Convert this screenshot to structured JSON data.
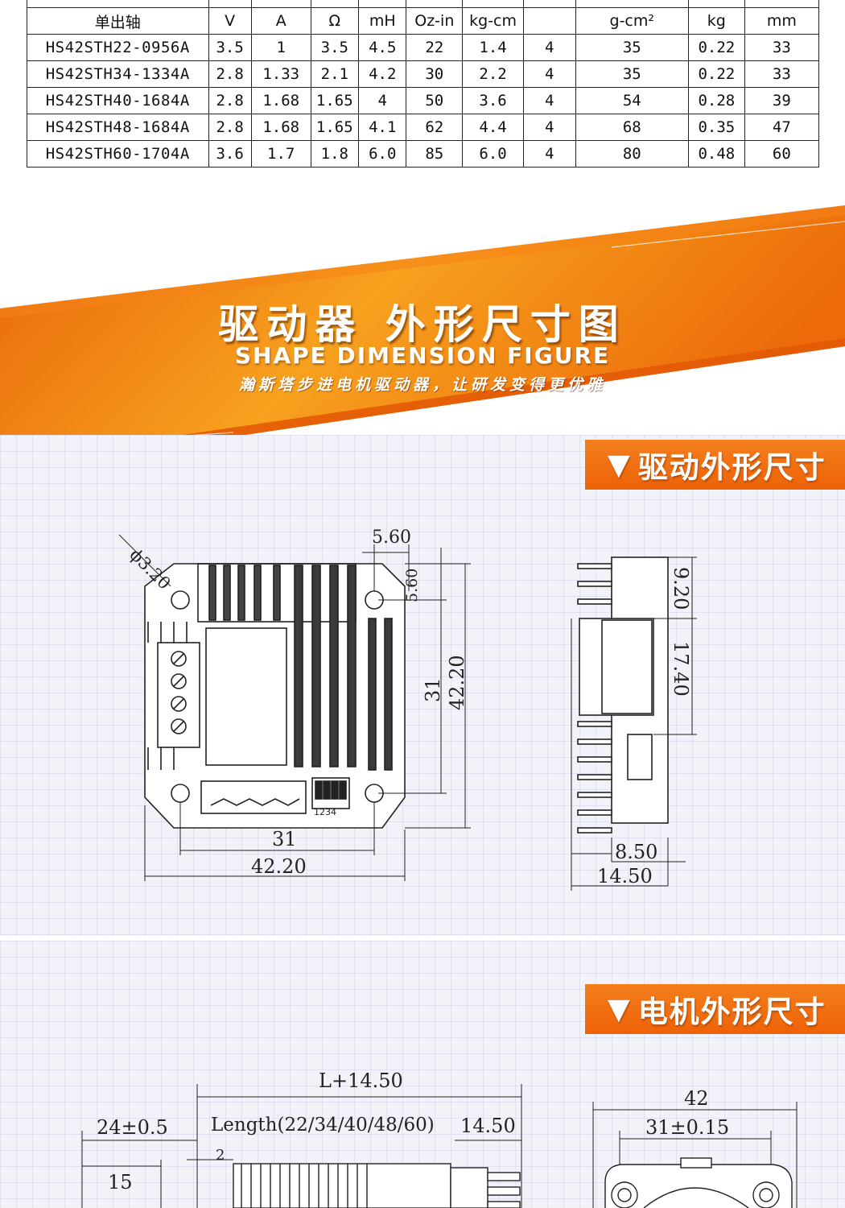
{
  "table": {
    "unit_row": [
      "单出轴",
      "V",
      "A",
      "Ω",
      "mH",
      "Oz-in",
      "kg-cm",
      "",
      "g-cm²",
      "kg",
      "mm"
    ],
    "rows": [
      [
        "HS42STH22-0956A",
        "3.5",
        "1",
        "3.5",
        "4.5",
        "22",
        "1.4",
        "4",
        "35",
        "0.22",
        "33"
      ],
      [
        "HS42STH34-1334A",
        "2.8",
        "1.33",
        "2.1",
        "4.2",
        "30",
        "2.2",
        "4",
        "35",
        "0.22",
        "33"
      ],
      [
        "HS42STH40-1684A",
        "2.8",
        "1.68",
        "1.65",
        "4",
        "50",
        "3.6",
        "4",
        "54",
        "0.28",
        "39"
      ],
      [
        "HS42STH48-1684A",
        "2.8",
        "1.68",
        "1.65",
        "4.1",
        "62",
        "4.4",
        "4",
        "68",
        "0.35",
        "47"
      ],
      [
        "HS42STH60-1704A",
        "3.6",
        "1.7",
        "1.8",
        "6.0",
        "85",
        "6.0",
        "4",
        "80",
        "0.48",
        "60"
      ]
    ]
  },
  "banner": {
    "title_cn": "驱动器 外形尺寸图",
    "title_en": "SHAPE DIMENSION FIGURE",
    "slogan": "瀚斯塔步进电机驱动器，让研发变得更优雅",
    "colors": {
      "orange_dark": "#e85a05",
      "orange_light": "#f7a01c"
    }
  },
  "driver_section": {
    "tag_label": "驱动外形尺寸",
    "tag_icon": "down-triangle-icon",
    "front_view": {
      "dim_hole_diameter": "ϕ3.20",
      "dim_top_offset": "5.60",
      "dim_side_offset": "5.60",
      "dim_hole_pitch_v": "31",
      "dim_overall_v": "42.20",
      "dim_hole_pitch_h": "31",
      "dim_overall_h": "42.20",
      "dip_labels": "1234"
    },
    "side_view": {
      "dim_top": "9.20",
      "dim_mid": "17.40",
      "dim_base": "8.50",
      "dim_total": "14.50"
    }
  },
  "motor_section": {
    "tag_label": "电机外形尺寸",
    "tag_icon": "down-triangle-icon",
    "side_view": {
      "dim_total": "L+14.50",
      "dim_shaft": "24±0.5",
      "dim_length": "Length(22/34/40/48/60)",
      "dim_rear": "14.50",
      "dim_flat": "15",
      "dim_boss": "2"
    },
    "front_view": {
      "dim_width": "42",
      "dim_hole_pitch": "31±0.15"
    }
  }
}
